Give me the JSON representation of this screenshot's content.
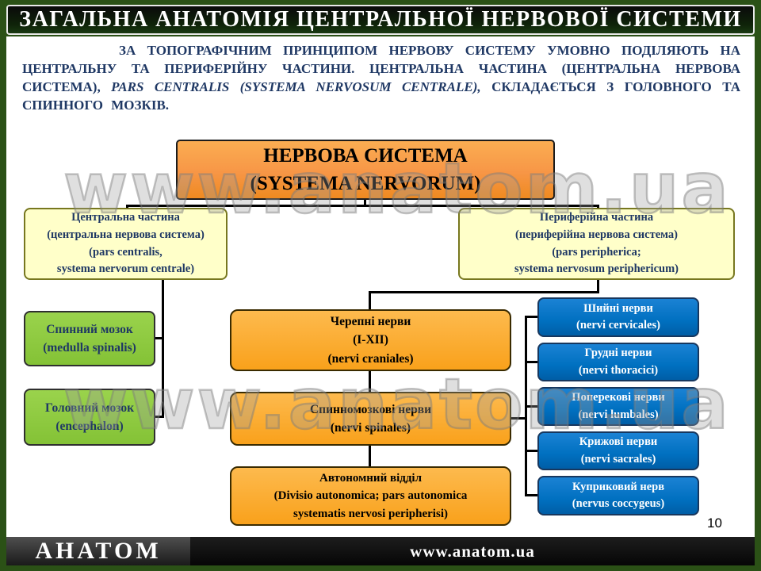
{
  "title": "ЗАГАЛЬНА АНАТОМІЯ ЦЕНТРАЛЬНОЇ НЕРВОВОЇ СИСТЕМИ",
  "intro": {
    "part1": "ЗА ТОПОГРАФІЧНИМ ПРИНЦИПОМ НЕРВОВУ СИСТЕМУ УМОВНО ПОДІЛЯЮТЬ НА ЦЕНТРАЛЬНУ ТА ПЕРИФЕРІЙНУ ЧАСТИНИ. ЦЕНТРАЛЬНА ЧАСТИНА (ЦЕНТРАЛЬНА НЕРВОВА СИСТЕМА), ",
    "part2_italic": "PARS CENTRALIS (SYSTEMA NERVOSUM CENTRALE),",
    "part3": " СКЛАДАЄТЬСЯ З ГОЛОВНОГО ТА СПИННОГО МОЗКІВ."
  },
  "diagram": {
    "root": "НЕРВОВА СИСТЕМА\n(SYSTEMA NERVORUM)",
    "central": "Центральна частина\n(центральна нервова система)\n(pars centralis,\nsystema nervorum centrale)",
    "peripheral": "Периферійна частина\n(периферійна нервова система)\n(pars peripherica;\nsystema nervosum periphericum)",
    "spinal_cord": "Спинний мозок\n(medulla spinalis)",
    "brain": "Головний мозок\n(encephalon)",
    "cranial_nerves": "Черепні нерви\n(I-XII)\n(nervi craniales)",
    "spinal_nerves": "Спинномозкові нерви\n(nervi spinales)",
    "autonomic": "Автономний відділ\n(Divisio autonomica; pars autonomica\nsystematis nervosi peripherisi)",
    "cervical": "Шийні нерви\n(nervi cervicales)",
    "thoracic": "Грудні нерви\n(nervi thoracici)",
    "lumbar": "Поперекові нерви\n(nervi lumbales)",
    "sacral": "Крижові нерви\n(nervi sacrales)",
    "coccygeal": "Куприковий нерв\n(nervus coccygeus)"
  },
  "watermark": "www.anatom.ua",
  "page_number": "10",
  "footer": {
    "logo": "АНАТОМ",
    "url": "www.anatom.ua"
  },
  "colors": {
    "frame_green": "#2b5116",
    "orange_box": "#F79646",
    "yellow_box": "#FFFFC9",
    "green_box": "#8FCB3F",
    "blue_box": "#0070C0",
    "navy_text": "#1F3864",
    "title_text": "#FFFFFF"
  }
}
